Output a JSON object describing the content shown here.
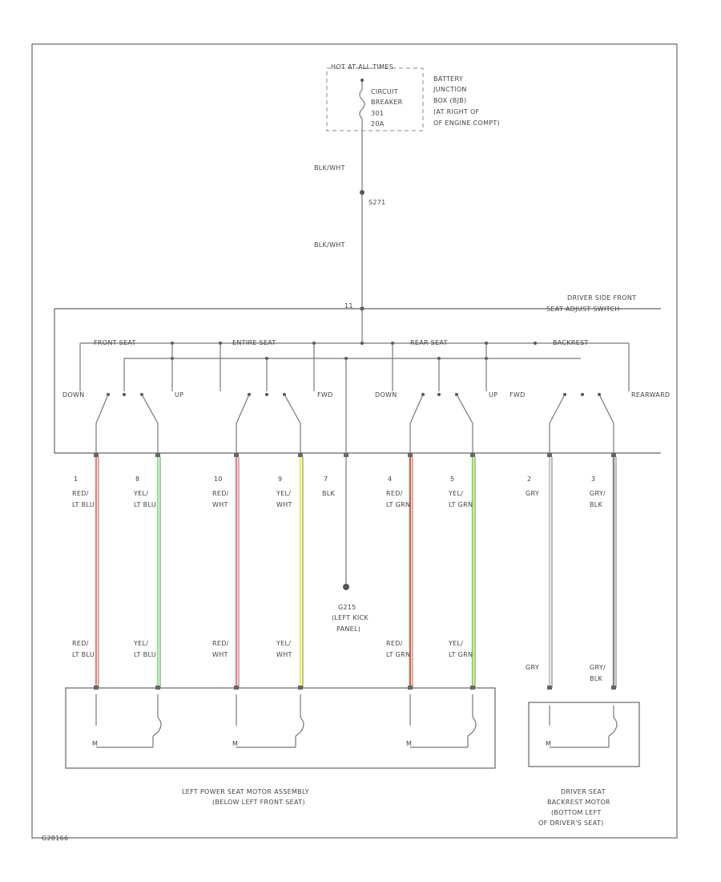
{
  "top": {
    "fuse_note": "HOT AT ALL TIMES",
    "breaker": [
      "CIRCUIT",
      "BREAKER",
      "301",
      "20A"
    ],
    "junction": [
      "BATTERY",
      "JUNCTION",
      "BOX (BJB)",
      "(AT RIGHT OF",
      "OF ENGINE COMPT)"
    ],
    "wire_upper": "BLK/WHT",
    "splice": "S271",
    "wire_lower": "BLK/WHT",
    "switch_name": [
      "DRIVER SIDE FRONT",
      "SEAT ADJUST SWITCH"
    ],
    "switch_pin": "11"
  },
  "switch": {
    "groups": [
      "FRONT SEAT",
      "ENTIRE SEAT",
      "REAR SEAT",
      "BACKREST"
    ],
    "pos": [
      "DOWN",
      "UP",
      "FWD",
      "DOWN",
      "UP",
      "FWD",
      "REARWARD"
    ]
  },
  "wires": [
    {
      "pin": "1",
      "top": [
        "RED/",
        "LT BLU"
      ],
      "bottom": [
        "RED/",
        "LT BLU"
      ],
      "color": "#f08080"
    },
    {
      "pin": "8",
      "top": [
        "YEL/",
        "LT BLU"
      ],
      "bottom": [
        "YEL/",
        "LT BLU"
      ],
      "color": "#90e890"
    },
    {
      "pin": "10",
      "top": [
        "RED/",
        "WHT"
      ],
      "bottom": [
        "RED/",
        "WHT"
      ],
      "color": "#f08080"
    },
    {
      "pin": "9",
      "top": [
        "YEL/",
        "WHT"
      ],
      "bottom": [
        "YEL/",
        "WHT"
      ],
      "color": "#f0f040"
    },
    {
      "pin": "7",
      "top": [
        "BLK"
      ],
      "bottom": [],
      "color": "#555555"
    },
    {
      "pin": "4",
      "top": [
        "RED/",
        "LT GRN"
      ],
      "bottom": [
        "RED/",
        "LT GRN"
      ],
      "color": "#e06040"
    },
    {
      "pin": "5",
      "top": [
        "YEL/",
        "LT GRN"
      ],
      "bottom": [
        "YEL/",
        "LT GRN"
      ],
      "color": "#90e050"
    },
    {
      "pin": "2",
      "top": [
        "GRY"
      ],
      "bottom": [
        "GRY"
      ],
      "color": "#cccccc"
    },
    {
      "pin": "3",
      "top": [
        "GRY/",
        "BLK"
      ],
      "bottom": [
        "GRY/",
        "BLK"
      ],
      "color": "#888888"
    }
  ],
  "ground": [
    "G215",
    "(LEFT KICK",
    "PANEL)"
  ],
  "motors": {
    "label": "M",
    "left_assembly": [
      "LEFT POWER SEAT MOTOR ASSEMBLY",
      "(BELOW LEFT FRONT SEAT)"
    ],
    "backrest": [
      "DRIVER SEAT",
      "BACKREST MOTOR",
      "(BOTTOM LEFT",
      "OF DRIVER'S SEAT)"
    ]
  },
  "figure_id": "G28166"
}
